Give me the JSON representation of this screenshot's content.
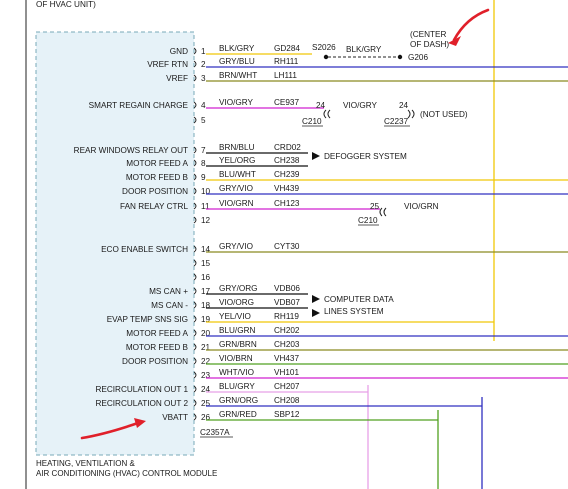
{
  "header_fragment": "OF HVAC UNIT)",
  "module": {
    "name_line1": "HEATING, VENTILATION &",
    "name_line2": "AIR CONDITIONING (HVAC) CONTROL MODULE",
    "connector": "C2357A"
  },
  "colors": {
    "yellow": "#f0c808",
    "blue": "#3030c0",
    "olive": "#8a8a20",
    "magenta": "#d020d0",
    "pink": "#e8a0e8",
    "green": "#50a020",
    "red_arrow": "#e0202a",
    "module_fill": "#e6f2f8",
    "module_border": "#78aab8"
  },
  "pins": [
    {
      "pin": "1",
      "label": "GND",
      "wire": "BLK/GRY",
      "circuit": "GD284",
      "line": "yellow"
    },
    {
      "pin": "2",
      "label": "VREF RTN",
      "wire": "GRY/BLU",
      "circuit": "RH111",
      "line": "blue"
    },
    {
      "pin": "3",
      "label": "VREF",
      "wire": "BRN/WHT",
      "circuit": "LH111",
      "line": "olive"
    },
    {
      "pin": "4",
      "label": "SMART REGAIN CHARGE",
      "wire": "VIO/GRY",
      "circuit": "CE937",
      "line": "magenta"
    },
    {
      "pin": "5",
      "label": "",
      "wire": "",
      "circuit": "",
      "line": "none"
    },
    {
      "pin": "7",
      "label": "REAR WINDOWS RELAY OUT",
      "wire": "BRN/BLU",
      "circuit": "CRD02",
      "line": "black"
    },
    {
      "pin": "8",
      "label": "MOTOR FEED A",
      "wire": "YEL/ORG",
      "circuit": "CH238",
      "line": "black"
    },
    {
      "pin": "9",
      "label": "MOTOR FEED B",
      "wire": "BLU/WHT",
      "circuit": "CH239",
      "line": "yellow"
    },
    {
      "pin": "10",
      "label": "DOOR POSITION",
      "wire": "GRY/VIO",
      "circuit": "VH439",
      "line": "blue"
    },
    {
      "pin": "11",
      "label": "FAN RELAY CTRL",
      "wire": "VIO/GRN",
      "circuit": "CH123",
      "line": "magenta"
    },
    {
      "pin": "12",
      "label": "",
      "wire": "",
      "circuit": "",
      "line": "none"
    },
    {
      "pin": "14",
      "label": "ECO ENABLE SWITCH",
      "wire": "GRY/VIO",
      "circuit": "CYT30",
      "line": "olive"
    },
    {
      "pin": "15",
      "label": "",
      "wire": "",
      "circuit": "",
      "line": "none"
    },
    {
      "pin": "16",
      "label": "",
      "wire": "",
      "circuit": "",
      "line": "none"
    },
    {
      "pin": "17",
      "label": "MS CAN +",
      "wire": "GRY/ORG",
      "circuit": "VDB06",
      "line": "black"
    },
    {
      "pin": "18",
      "label": "MS CAN -",
      "wire": "VIO/ORG",
      "circuit": "VDB07",
      "line": "black"
    },
    {
      "pin": "19",
      "label": "EVAP TEMP SNS SIG",
      "wire": "YEL/VIO",
      "circuit": "RH119",
      "line": "yellow"
    },
    {
      "pin": "20",
      "label": "MOTOR FEED A",
      "wire": "BLU/GRN",
      "circuit": "CH202",
      "line": "blue"
    },
    {
      "pin": "21",
      "label": "MOTOR FEED B",
      "wire": "GRN/BRN",
      "circuit": "CH203",
      "line": "olive"
    },
    {
      "pin": "22",
      "label": "DOOR POSITION",
      "wire": "VIO/BRN",
      "circuit": "VH437",
      "line": "green"
    },
    {
      "pin": "23",
      "label": "",
      "wire": "WHT/VIO",
      "circuit": "VH101",
      "line": "magenta"
    },
    {
      "pin": "24",
      "label": "RECIRCULATION OUT 1",
      "wire": "BLU/GRY",
      "circuit": "CH207",
      "line": "pink"
    },
    {
      "pin": "25",
      "label": "RECIRCULATION OUT 2",
      "wire": "GRN/ORG",
      "circuit": "CH208",
      "line": "blue"
    },
    {
      "pin": "26",
      "label": "VBATT",
      "wire": "GRN/RED",
      "circuit": "SBP12",
      "line": "green"
    }
  ],
  "ground_path": {
    "splice": "S2026",
    "wire": "BLK/GRY",
    "ground": "G206",
    "note_line1": "(CENTER",
    "note_line2": "OF DASH)"
  },
  "c210_top": {
    "left_pin": "24",
    "wire": "VIO/GRY",
    "right_pin": "24",
    "left_connector": "C210",
    "right_connector": "C2237",
    "note": "(NOT USED)"
  },
  "defogger": {
    "label": "DEFOGGER SYSTEM"
  },
  "c210_fan": {
    "pin": "25",
    "wire": "VIO/GRN",
    "connector": "C210"
  },
  "computer_data": {
    "line1": "COMPUTER DATA",
    "line2": "LINES SYSTEM"
  }
}
